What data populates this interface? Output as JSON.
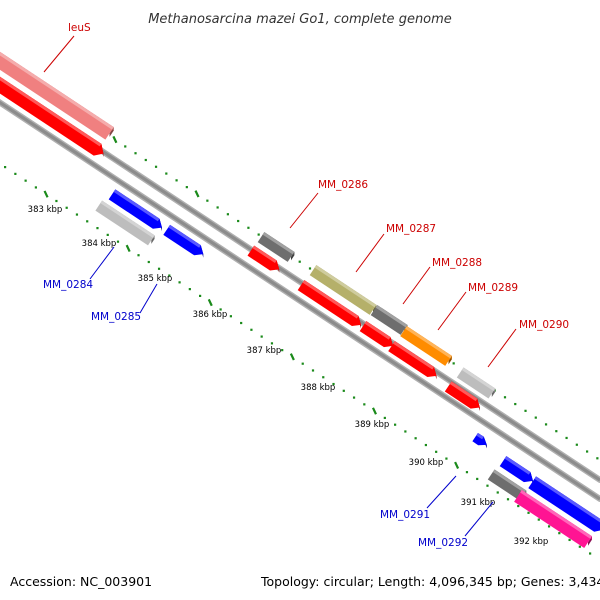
{
  "title": "Methanosarcina mazei Go1, complete genome",
  "footer": {
    "accession": "Accession: NC_003901",
    "summary": "Topology: circular; Length: 4,096,345 bp; Genes: 3,434"
  },
  "colors": {
    "backbone": "#8c8c8c",
    "tick": "#1a8a1a",
    "forward_label": "#cc0000",
    "reverse_label": "#0000cc",
    "red": "#ff0000",
    "blue": "#0000ff",
    "gray": "#bdbdbd",
    "dark_gray": "#6e6e6e",
    "pink": "#f08080",
    "olive": "#b5b06a",
    "orange": "#ff8c00",
    "magenta": "#ff1493"
  },
  "ticks": [
    "383 kbp",
    "384 kbp",
    "385 kbp",
    "386 kbp",
    "387 kbp",
    "388 kbp",
    "389 kbp",
    "390 kbp",
    "391 kbp",
    "392 kbp"
  ],
  "gene_labels": [
    {
      "id": "leuS",
      "text": "leuS",
      "strand": "forward"
    },
    {
      "id": "MM_0284",
      "text": "MM_0284",
      "strand": "reverse"
    },
    {
      "id": "MM_0285",
      "text": "MM_0285",
      "strand": "reverse"
    },
    {
      "id": "MM_0286",
      "text": "MM_0286",
      "strand": "forward"
    },
    {
      "id": "MM_0287",
      "text": "MM_0287",
      "strand": "forward"
    },
    {
      "id": "MM_0288",
      "text": "MM_0288",
      "strand": "forward"
    },
    {
      "id": "MM_0289",
      "text": "MM_0289",
      "strand": "forward"
    },
    {
      "id": "MM_0290",
      "text": "MM_0290",
      "strand": "forward"
    },
    {
      "id": "MM_0291",
      "text": "MM_0291",
      "strand": "reverse"
    },
    {
      "id": "MM_0292",
      "text": "MM_0292",
      "strand": "reverse"
    }
  ]
}
